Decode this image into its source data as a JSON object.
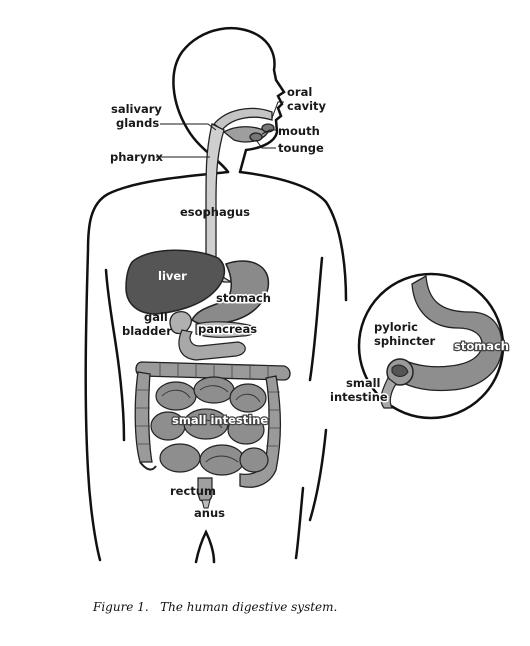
{
  "labels": {
    "oral_cavity_1": "oral",
    "oral_cavity_2": "cavity",
    "salivary_glands_1": "salivary",
    "salivary_glands_2": "glands",
    "mouth": "mouth",
    "tongue": "tounge",
    "pharynx": "pharynx",
    "esophagus": "esophagus",
    "liver": "liver",
    "stomach": "stomach",
    "gall_bladder_1": "gall",
    "gall_bladder_2": "bladder",
    "pancreas": "pancreas",
    "small_intestine": "small intestine",
    "rectum": "rectum",
    "anus": "anus"
  },
  "inset": {
    "pyloric_sphincter_1": "pyloric",
    "pyloric_sphincter_2": "sphincter",
    "stomach": "stomach",
    "small_intestine_1": "small",
    "small_intestine_2": "intestine"
  },
  "caption": {
    "figure_number": "Figure 1.",
    "text": "The human digestive system."
  },
  "colors": {
    "outline": "#1a1a1a",
    "liver": "#555555",
    "stomach": "#8a8a8a",
    "intestine": "#9a9a9a",
    "tract": "#c8c8c8"
  }
}
